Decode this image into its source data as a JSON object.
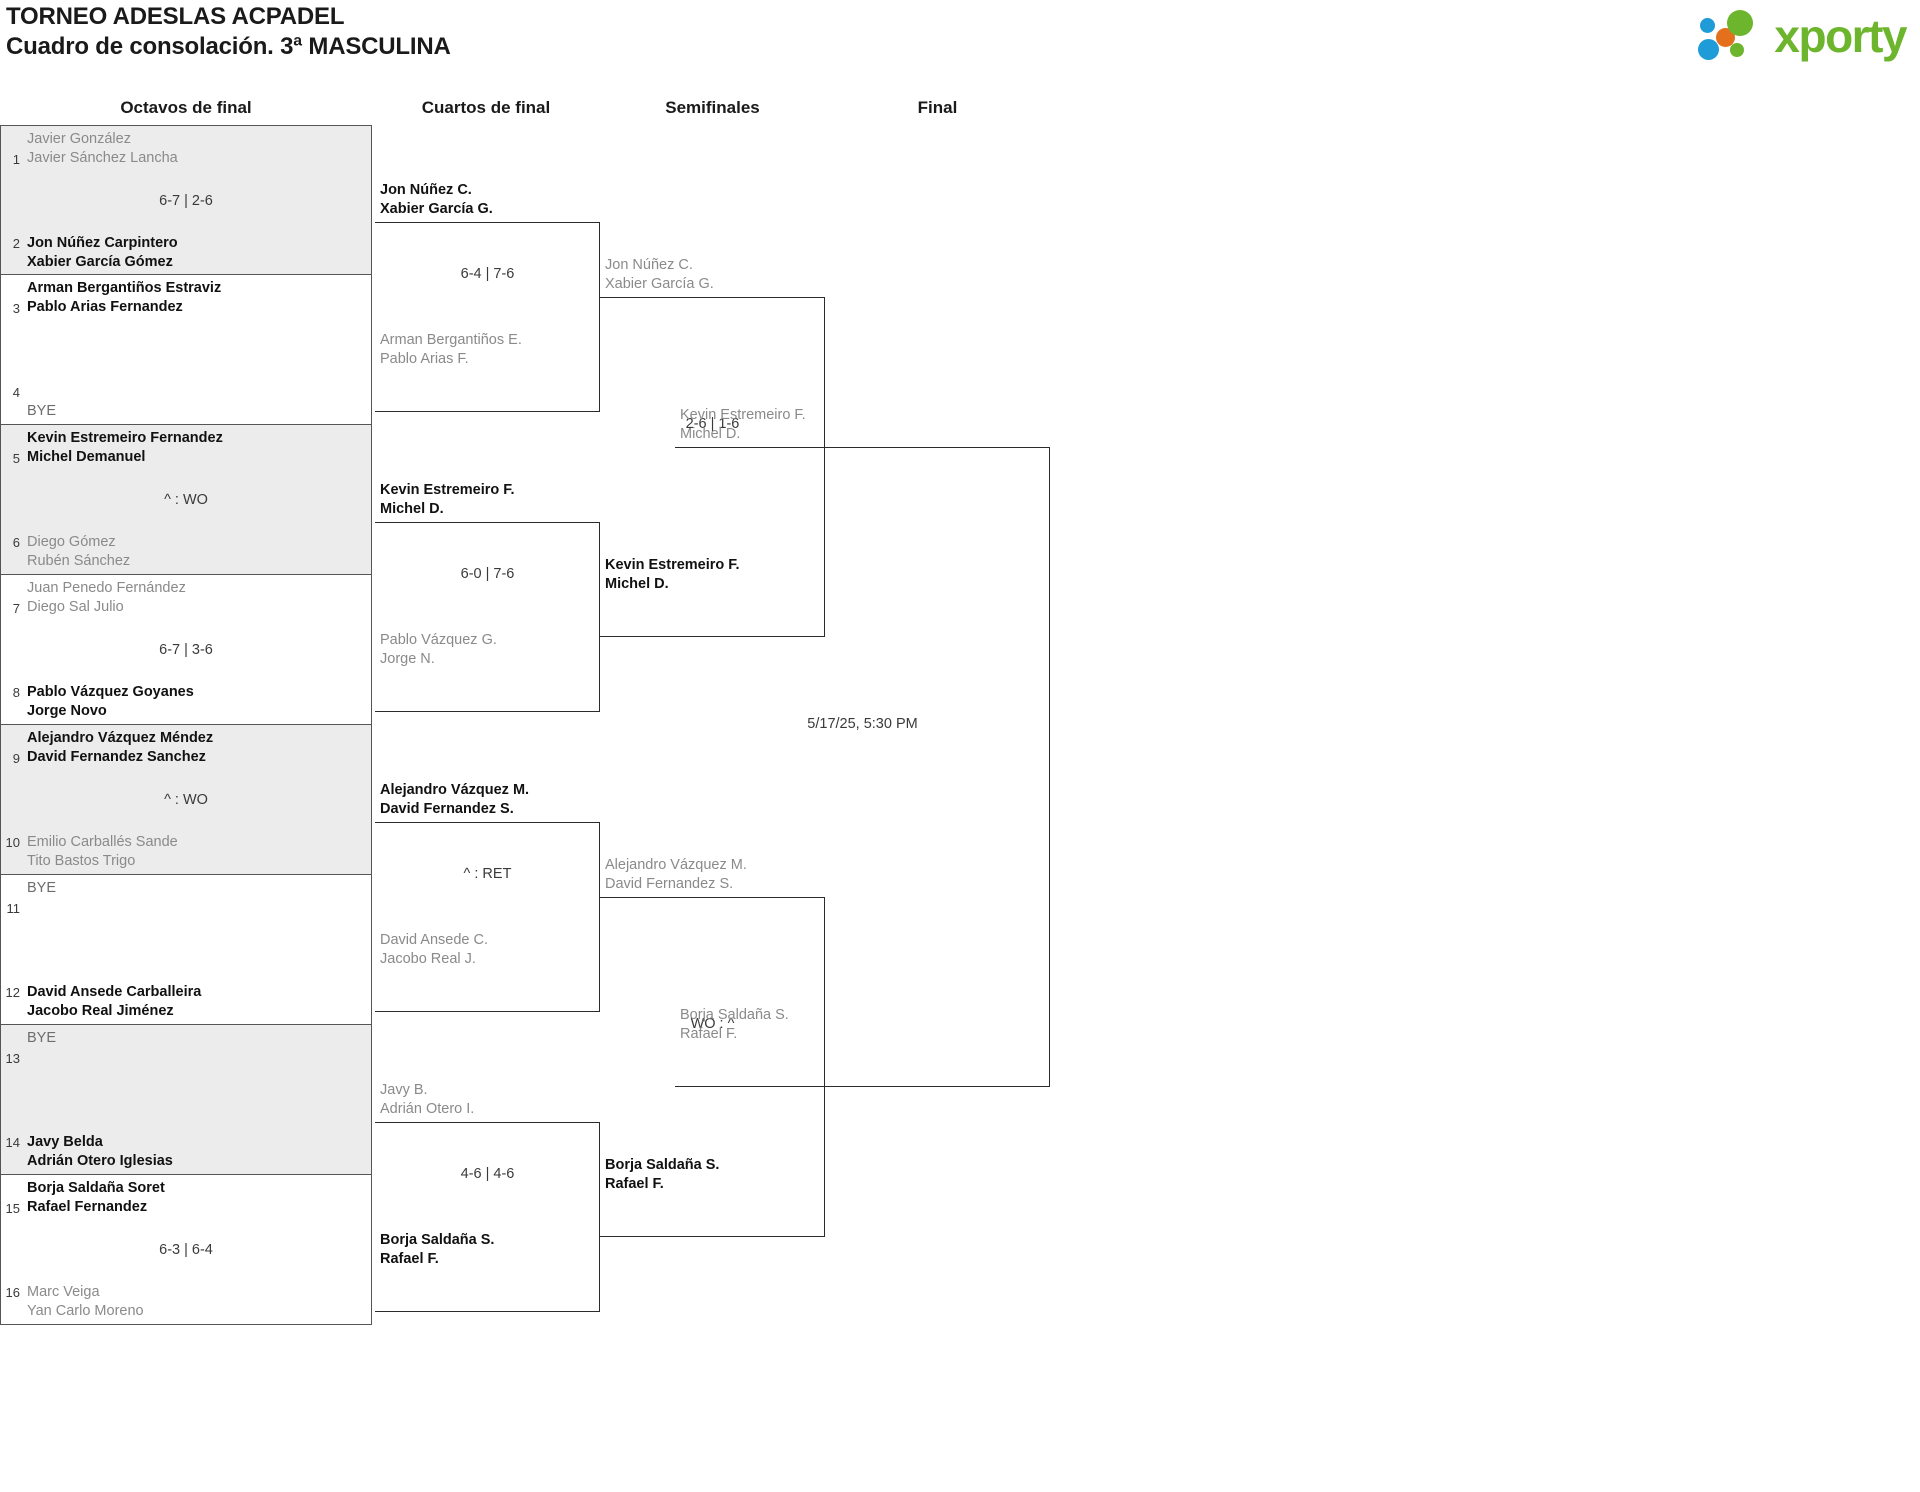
{
  "header": {
    "title_line1": "TORNEO ADESLAS ACPADEL",
    "title_line2": "Cuadro de consolación. 3ª MASCULINA",
    "logo_text": "xporty",
    "logo_colors": {
      "green": "#6cb52d",
      "blue": "#1f9cd7",
      "orange": "#e4701e"
    }
  },
  "rounds": [
    {
      "label": "Octavos de final"
    },
    {
      "label": "Cuartos de final"
    },
    {
      "label": "Semifinales"
    },
    {
      "label": "Final"
    }
  ],
  "round1": {
    "matches": [
      {
        "shaded": true,
        "score": "6-7 | 2-6",
        "slots": [
          {
            "seed": "1",
            "winner": false,
            "bye": false,
            "p1": "Javier González",
            "p2": "Javier Sánchez Lancha"
          },
          {
            "seed": "2",
            "winner": true,
            "bye": false,
            "p1": "Jon Núñez Carpintero",
            "p2": "Xabier García Gómez"
          }
        ]
      },
      {
        "shaded": false,
        "score": "",
        "slots": [
          {
            "seed": "3",
            "winner": true,
            "bye": false,
            "p1": "Arman Bergantiños Estraviz",
            "p2": "Pablo Arias Fernandez"
          },
          {
            "seed": "4",
            "winner": false,
            "bye": true,
            "p1": "BYE",
            "p2": ""
          }
        ]
      },
      {
        "shaded": true,
        "score": "^ : WO",
        "slots": [
          {
            "seed": "5",
            "winner": true,
            "bye": false,
            "p1": "Kevin Estremeiro Fernandez",
            "p2": "Michel Demanuel"
          },
          {
            "seed": "6",
            "winner": false,
            "bye": false,
            "p1": "Diego Gómez",
            "p2": "Rubén Sánchez"
          }
        ]
      },
      {
        "shaded": false,
        "score": "6-7 | 3-6",
        "slots": [
          {
            "seed": "7",
            "winner": false,
            "bye": false,
            "p1": "Juan Penedo Fernández",
            "p2": "Diego Sal Julio"
          },
          {
            "seed": "8",
            "winner": true,
            "bye": false,
            "p1": "Pablo Vázquez Goyanes",
            "p2": "Jorge Novo"
          }
        ]
      },
      {
        "shaded": true,
        "score": "^ : WO",
        "slots": [
          {
            "seed": "9",
            "winner": true,
            "bye": false,
            "p1": "Alejandro Vázquez Méndez",
            "p2": "David Fernandez Sanchez"
          },
          {
            "seed": "10",
            "winner": false,
            "bye": false,
            "p1": "Emilio Carballés Sande",
            "p2": "Tito Bastos Trigo"
          }
        ]
      },
      {
        "shaded": false,
        "score": "",
        "slots": [
          {
            "seed": "11",
            "winner": false,
            "bye": true,
            "p1": "BYE",
            "p2": ""
          },
          {
            "seed": "12",
            "winner": true,
            "bye": false,
            "p1": "David Ansede Carballeira",
            "p2": "Jacobo Real Jiménez"
          }
        ]
      },
      {
        "shaded": true,
        "score": "",
        "slots": [
          {
            "seed": "13",
            "winner": false,
            "bye": true,
            "p1": "BYE",
            "p2": ""
          },
          {
            "seed": "14",
            "winner": true,
            "bye": false,
            "p1": "Javy Belda",
            "p2": "Adrián Otero Iglesias"
          }
        ]
      },
      {
        "shaded": false,
        "score": "6-3 | 6-4",
        "slots": [
          {
            "seed": "15",
            "winner": true,
            "bye": false,
            "p1": "Borja Saldaña Soret",
            "p2": "Rafael Fernandez"
          },
          {
            "seed": "16",
            "winner": false,
            "bye": false,
            "p1": "Marc Veiga",
            "p2": "Yan Carlo Moreno"
          }
        ]
      }
    ]
  },
  "round2": {
    "matches": [
      {
        "score": "6-4 | 7-6",
        "top": {
          "winner": true,
          "p1": "Jon Núñez C.",
          "p2": "Xabier García G."
        },
        "bottom": {
          "winner": false,
          "p1": "Arman Bergantiños E.",
          "p2": "Pablo Arias F."
        }
      },
      {
        "score": "6-0 | 7-6",
        "top": {
          "winner": true,
          "p1": "Kevin Estremeiro F.",
          "p2": "Michel D."
        },
        "bottom": {
          "winner": false,
          "p1": "Pablo Vázquez G.",
          "p2": "Jorge N."
        }
      },
      {
        "score": "^ : RET",
        "top": {
          "winner": true,
          "p1": "Alejandro Vázquez M.",
          "p2": "David Fernandez S."
        },
        "bottom": {
          "winner": false,
          "p1": "David Ansede C.",
          "p2": "Jacobo Real J."
        }
      },
      {
        "score": "4-6 | 4-6",
        "top": {
          "winner": false,
          "p1": "Javy B.",
          "p2": "Adrián Otero I."
        },
        "bottom": {
          "winner": true,
          "p1": "Borja Saldaña S.",
          "p2": "Rafael F."
        }
      }
    ]
  },
  "round3": {
    "matches": [
      {
        "score": "2-6 | 1-6",
        "top": {
          "winner": false,
          "p1": "Jon Núñez C.",
          "p2": "Xabier García G."
        },
        "bottom": {
          "winner": true,
          "p1": "Kevin Estremeiro F.",
          "p2": "Michel D."
        }
      },
      {
        "score": "WO : ^",
        "top": {
          "winner": false,
          "p1": "Alejandro Vázquez M.",
          "p2": "David Fernandez S."
        },
        "bottom": {
          "winner": true,
          "p1": "Borja Saldaña S.",
          "p2": "Rafael F."
        }
      }
    ]
  },
  "round4": {
    "match": {
      "score": "5/17/25, 5:30 PM",
      "top": {
        "winner": false,
        "p1": "Kevin Estremeiro F.",
        "p2": "Michel D."
      },
      "bottom": {
        "winner": false,
        "p1": "Borja Saldaña S.",
        "p2": "Rafael F."
      }
    }
  }
}
